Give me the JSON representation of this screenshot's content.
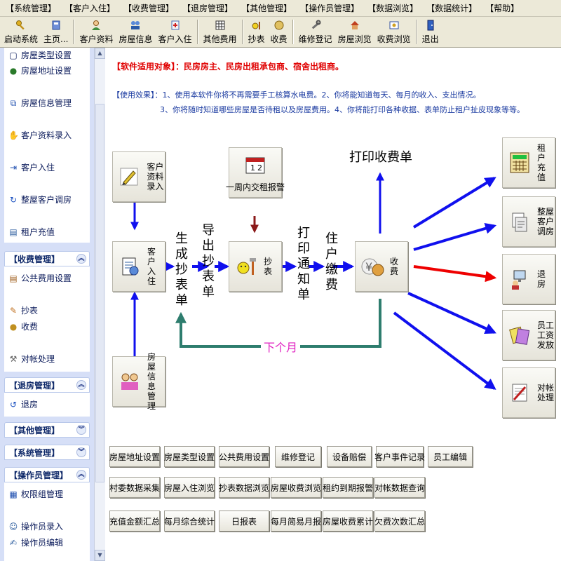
{
  "menu": [
    "【系统管理】",
    "【客户入住】",
    "【收费管理】",
    "【退房管理】",
    "【其他管理】",
    "【操作员管理】",
    "【数据浏览】",
    "【数据统计】",
    "【帮助】"
  ],
  "toolbar": [
    {
      "label": "启动系统",
      "icon": "key-icon"
    },
    {
      "label": "主页...",
      "icon": "home-icon"
    },
    {
      "label": "客户资料",
      "icon": "customer-icon"
    },
    {
      "label": "房屋信息",
      "icon": "people-icon"
    },
    {
      "label": "客户入住",
      "icon": "checkin-icon"
    },
    {
      "label": "其他费用",
      "icon": "grid-icon"
    },
    {
      "label": "抄表",
      "icon": "meter-icon"
    },
    {
      "label": "收费",
      "icon": "coin-icon"
    },
    {
      "label": "维修登记",
      "icon": "wrench-icon"
    },
    {
      "label": "房屋浏览",
      "icon": "house-icon"
    },
    {
      "label": "收费浏览",
      "icon": "browse-icon"
    },
    {
      "label": "退出",
      "icon": "exit-icon"
    }
  ],
  "sidebar": {
    "top_items": [
      "房屋类型设置",
      "房屋地址设置",
      "房屋信息管理",
      "客户资料录入",
      "客户入住",
      "整屋客户调房",
      "租户充值"
    ],
    "fee_header": "【收费管理】",
    "fee_items": [
      "公共费用设置",
      "抄表",
      "收费",
      "对帐处理"
    ],
    "checkout_header": "【退房管理】",
    "checkout_items": [
      "退房"
    ],
    "other_header": "【其他管理】",
    "system_header": "【系统管理】",
    "operator_header": "【操作员管理】",
    "operator_items": [
      "权限组管理",
      "操作员录入",
      "操作员编辑"
    ]
  },
  "intro": {
    "line1": "【软件适用对象】：民房房主、民房出租承包商、宿舍出租商。",
    "line2": "【使用效果】：1、使用本软件你将不再需要手工核算水电费。2、你将能知道每天、每月的收入、支出情况。",
    "line3": "3、你将随时知道哪些房屋是否待租以及房屋费用。4、你将能打印各种收据、表单防止租户扯皮现象等等。"
  },
  "flow": {
    "customer_entry": "客户资料录入",
    "weekly_alert": "一周内交租报警",
    "customer_checkin": "客户入住",
    "meter": "抄表",
    "charge": "收费",
    "house_info": "房屋信息管理",
    "gen_meter_sheet": "生成抄表单",
    "export_meter_sheet": "导出抄表单",
    "print_notice": "打印通知单",
    "tenant_pay": "住户缴费",
    "print_receipt": "打印收费单",
    "next_month": "下个月",
    "tenant_topup": "租户充值",
    "whole_house_move": "整屋客户调房",
    "checkout": "退房",
    "staff_payroll": "员工工资发放",
    "reconcile": "对帐处理"
  },
  "buttons": [
    [
      "房屋地址设置",
      "房屋类型设置",
      "公共费用设置",
      "维修登记",
      "设备赔偿",
      "客户事件记录",
      "员工编辑"
    ],
    [
      "村委数据采集",
      "房屋入住浏览",
      "抄表数据浏览",
      "房屋收费浏览",
      "租约到期报警",
      "对帐数据查询"
    ],
    [
      "充值金额汇总",
      "每月综合统计",
      "日报表",
      "每月简易月报",
      "房屋收费累计",
      "欠费次数汇总"
    ]
  ],
  "colors": {
    "arrow_blue": "#1010ee",
    "arrow_red": "#ee0000",
    "arrow_dark_red": "#8b1a1a",
    "loop_green": "#2e7d6e",
    "next_month_magenta": "#e020c0",
    "intro_red": "#e00000",
    "intro_blue": "#1a3aa0",
    "sidebar_bg": "#d6dff7"
  }
}
